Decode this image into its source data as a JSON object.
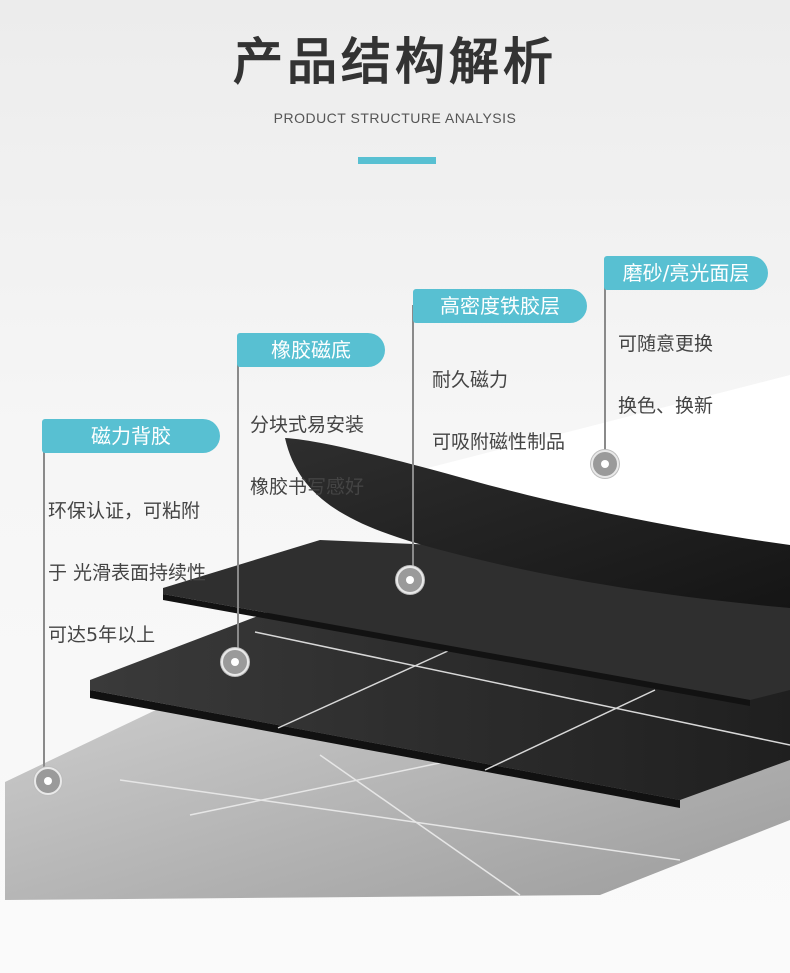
{
  "header": {
    "title": "产品结构解析",
    "subtitle": "PRODUCT STRUCTURE ANALYSIS"
  },
  "colors": {
    "accent": "#58c0d2",
    "layer_dark": "#2b2b2b",
    "floor": "#b4b4b4"
  },
  "layers": [
    {
      "tag": "磁力背胶",
      "lines": [
        "环保认证，可粘附",
        "于 光滑表面持续性",
        "可达5年以上"
      ]
    },
    {
      "tag": "橡胶磁底",
      "lines": [
        "分块式易安装",
        "橡胶书写感好"
      ]
    },
    {
      "tag": "高密度铁胶层",
      "lines": [
        "耐久磁力",
        "可吸附磁性制品"
      ]
    },
    {
      "tag": "磨砂/亮光面层",
      "lines": [
        "可随意更换",
        "换色、换新"
      ]
    }
  ]
}
